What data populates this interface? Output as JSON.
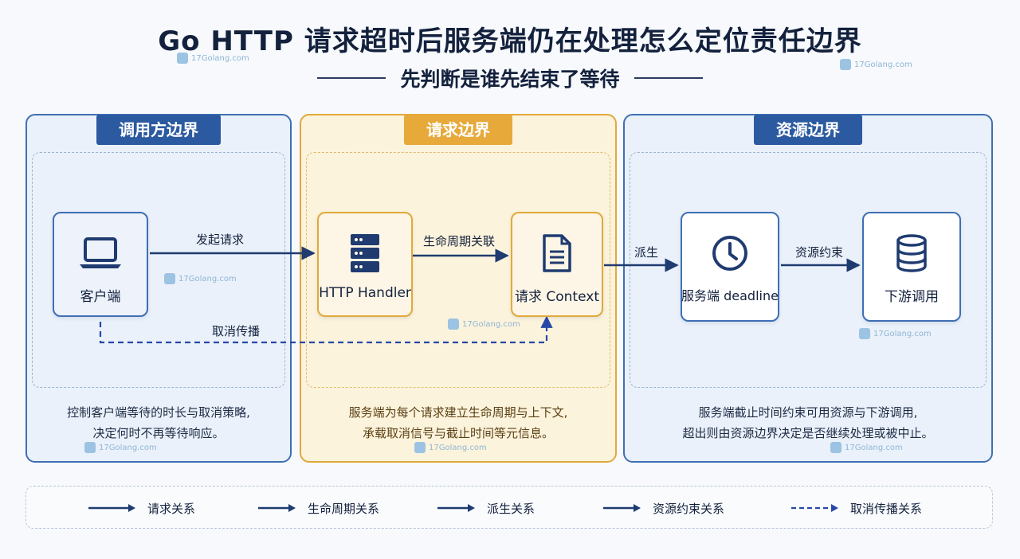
{
  "title": "Go HTTP 请求超时后服务端仍在处理怎么定位责任边界",
  "subtitle": "先判断是谁先结束了等待",
  "panels": [
    {
      "title": "调用方边界",
      "desc_line1": "控制客户端等待的时长与取消策略,",
      "desc_line2": "决定何时不再等待响应。"
    },
    {
      "title": "请求边界",
      "desc_line1": "服务端为每个请求建立生命周期与上下文,",
      "desc_line2": "承载取消信号与截止时间等元信息。"
    },
    {
      "title": "资源边界",
      "desc_line1": "服务端截止时间约束可用资源与下游调用,",
      "desc_line2": "超出则由资源边界决定是否继续处理或被中止。"
    }
  ],
  "nodes": {
    "client": {
      "label": "客户端",
      "icon": "laptop-icon"
    },
    "handler": {
      "label": "HTTP Handler",
      "icon": "server-icon"
    },
    "context": {
      "label": "请求 Context",
      "icon": "document-icon"
    },
    "deadline": {
      "label": "服务端 deadline",
      "icon": "clock-icon"
    },
    "downstream": {
      "label": "下游调用",
      "icon": "database-icon"
    }
  },
  "edges": {
    "request": "发起请求",
    "lifecycle": "生命周期关联",
    "derive": "派生",
    "resource": "资源约束",
    "cancel": "取消传播"
  },
  "legend": [
    {
      "label": "请求关系",
      "style": "solid"
    },
    {
      "label": "生命周期关系",
      "style": "solid"
    },
    {
      "label": "派生关系",
      "style": "solid"
    },
    {
      "label": "资源约束关系",
      "style": "solid"
    },
    {
      "label": "取消传播关系",
      "style": "dashed"
    }
  ],
  "watermark": "17Golang.com",
  "colors": {
    "accent_blue": "#2c5aa0",
    "accent_gold": "#e6a93a",
    "arrow": "#1f3b70",
    "cancel": "#2748a8"
  }
}
